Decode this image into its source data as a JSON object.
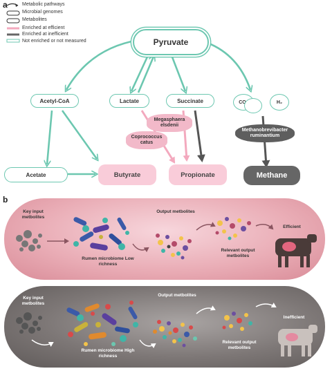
{
  "panels": {
    "a": "a",
    "b": "b"
  },
  "legend": {
    "metabolic_pathways": "Metabolic pathways",
    "microbial_genomes": "Microbial genomes",
    "metabolites": "Metabolites",
    "enriched_efficient": "Enriched at efficient",
    "enriched_inefficient": "Enriched at inefficient",
    "not_enriched": "Not enriched or not measured"
  },
  "nodes": {
    "pyruvate": "Pyruvate",
    "acetyl_coa": "Acetyl-CoA",
    "lactate": "Lactate",
    "succinate": "Succinate",
    "co2": "CO₂",
    "h2": "H₂",
    "acetate": "Acetate",
    "butyrate": "Butyrate",
    "propionate": "Propionate",
    "methane": "Methane"
  },
  "genomes": {
    "megasphaera": "Megasphaera elsdenii",
    "coprococcus": "Coprococcus catus",
    "methanobrevibacter": "Methanobrevibacter ruminantium"
  },
  "panel_b": {
    "top": {
      "key_input": "Key input metbolites",
      "microbiome": "Rumen microbiome Low richness",
      "output": "Output metbolites",
      "relevant": "Relevant output metbolites",
      "label": "Efficient"
    },
    "bottom": {
      "key_input": "Key input metbolites",
      "microbiome": "Rumen microbiome High richness",
      "output": "Output metbolites",
      "relevant": "Relevant output metbolites",
      "label": "Inefficient"
    }
  },
  "colors": {
    "teal": "#6cc7b0",
    "pink": "#f9ccd9",
    "pink_arrow": "#f3a9be",
    "gray": "#666666"
  }
}
